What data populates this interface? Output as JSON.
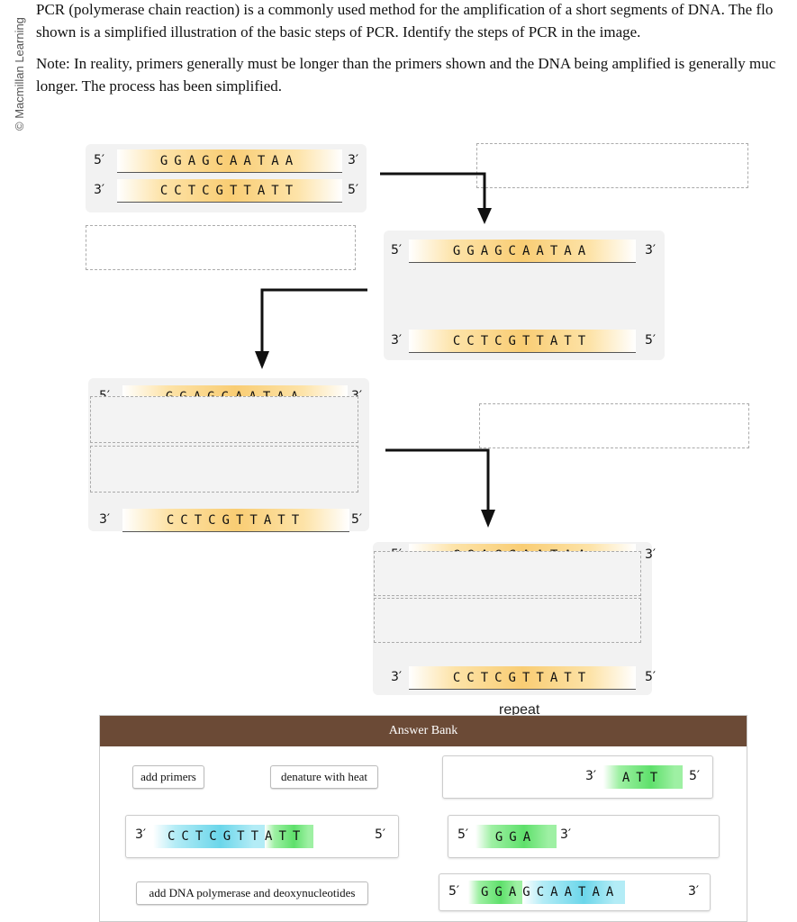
{
  "sidebar_credit": "© Macmillan Learning",
  "question": {
    "line1": "PCR (polymerase chain reaction) is a commonly used method for the amplification of a short segments of DNA. The flo",
    "line2": "shown is a simplified illustration of the basic steps of PCR. Identify the steps of PCR in the image.",
    "note1": "Note: In reality, primers generally must be longer than the primers shown and the DNA being amplified is generally muc",
    "note2": "longer. The process has been simplified."
  },
  "labels": {
    "five": "5′",
    "three": "3′"
  },
  "sequences": {
    "top": "GGAGCAATAA",
    "bottom": "CCTCGTTATT"
  },
  "repeat_label": "repeat",
  "answer_bank": {
    "title": "Answer Bank",
    "add_primers": "add primers",
    "denature": "denature with heat",
    "add_polymerase": "add DNA polymerase and deoxynucleotides",
    "primer_att": "ATT",
    "primer_gga": "GGA",
    "ext_bottom_green": "CCTCGTT",
    "ext_bottom_cyan": "ATT",
    "ext_top_green": "GGA",
    "ext_top_cyan": "GCAATAA"
  }
}
